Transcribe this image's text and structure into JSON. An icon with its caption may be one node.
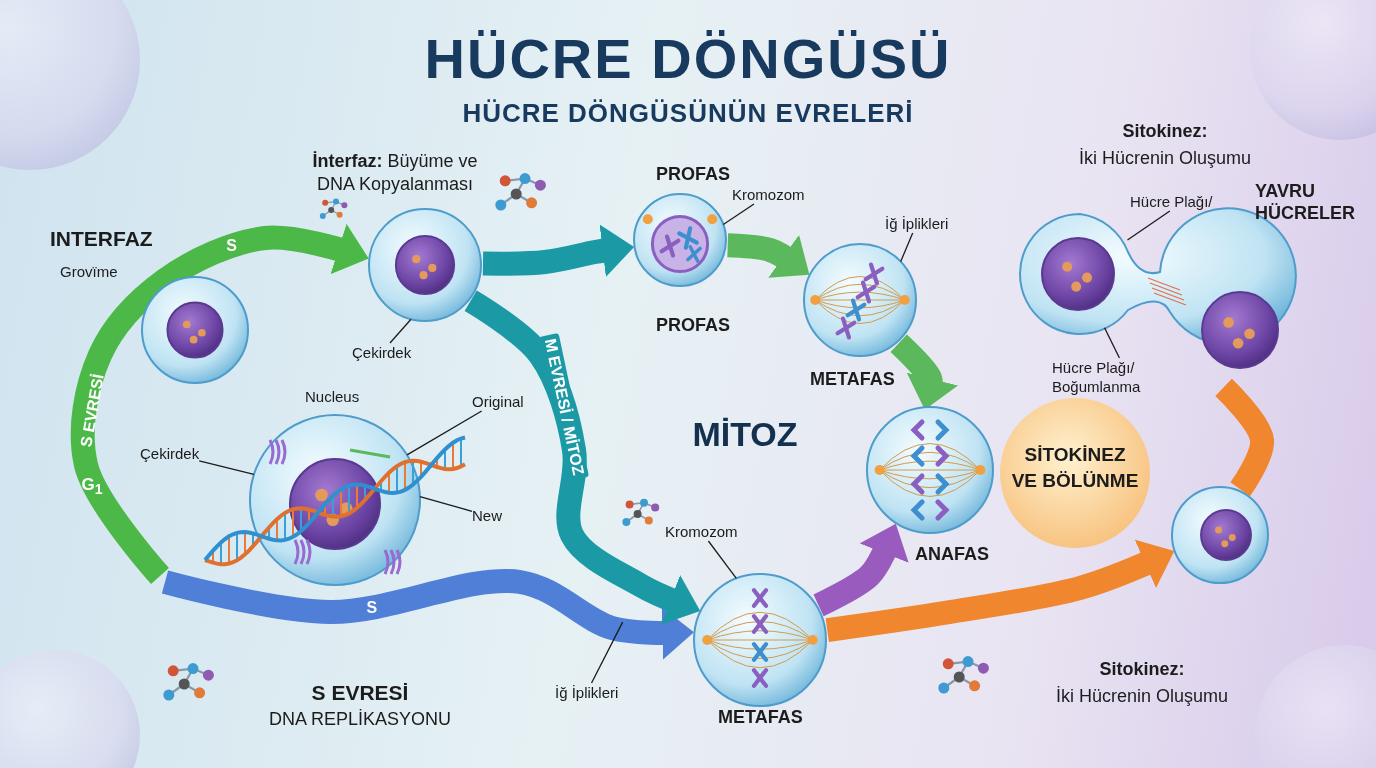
{
  "diagram": {
    "title": "HÜCRE DÖNGÜSÜ",
    "nodes": [
      {
        "text": [],
        "shape": "picture"
      },
      {
        "text": [],
        "shape": "picture"
      },
      {
        "text": [],
        "shape": "picture",
        "beside": [
          "Nucleus"
        ]
      },
      {
        "text": [],
        "shape": "picture",
        "beside": [
          "PROFAS",
          "PROFAS"
        ]
      },
      {
        "text": [],
        "shape": "picture",
        "beside": [
          "METAFAS"
        ]
      },
      {
        "text": [],
        "shape": "picture",
        "beside": [
          "ANAFAS"
        ]
      },
      {
        "text": [],
        "shape": "picture",
        "beside": [
          "METAFAS"
        ]
      },
      {
        "text": [],
        "shape": "picture",
        "beside": [
          "YAVRU HÜCRELER"
        ]
      },
      {
        "text": [],
        "shape": "picture"
      },
      {
        "text": [
          "Çekirdek"
        ]
      },
      {
        "text": [
          "Original"
        ]
      },
      {
        "text": [
          "Çekirdek"
        ]
      },
      {
        "text": [
          "New"
        ]
      },
      {
        "text": [
          "Kromozom"
        ]
      },
      {
        "text": [
          "İğ İplikleri"
        ]
      },
      {
        "text": [
          "Kromozom"
        ]
      },
      {
        "text": [
          "İğ İplikleri"
        ]
      },
      {
        "text": [
          "Hücre Plağı/"
        ]
      },
      {
        "text": [
          "Hücre Plağı/ Boğumlanma"
        ]
      },
      {
        "text": [
          "SİTOKİNEZ VE BÖLÜNME"
        ]
      }
    ],
    "edges": [
      {
        "from": null,
        "to": 1,
        "arrow": "to",
        "style": "thick",
        "color": "#4cb848",
        "label": "S"
      },
      {
        "from": 1,
        "to": 3,
        "arrow": "to",
        "style": "thick",
        "color": "#1b9aa6"
      },
      {
        "from": 3,
        "to": 4,
        "arrow": "to",
        "style": "thick",
        "color": "#5cb85c"
      },
      {
        "from": 4,
        "to": 5,
        "arrow": "to",
        "style": "thick",
        "color": "#5cb85c"
      },
      {
        "from": 6,
        "to": 5,
        "arrow": "to",
        "style": "thick",
        "color": "#9a5bbf"
      },
      {
        "from": 6,
        "to": 8,
        "arrow": "to",
        "style": "thick",
        "color": "#f0862e"
      },
      {
        "from": 8,
        "to": 7,
        "arrow": "none",
        "style": "thick",
        "color": "#f0862e"
      },
      {
        "from": null,
        "to": 6,
        "arrow": "to",
        "style": "thick",
        "color": "#4f7fd6",
        "label": "S"
      },
      {
        "from": 1,
        "to": 6,
        "arrow": "to",
        "style": "thick",
        "color": "#1b9aa6",
        "label": "M EVRESİ / MİTOZ"
      },
      {
        "from": 9,
        "to": 1,
        "arrow": "none"
      },
      {
        "from": 10,
        "to": 2,
        "arrow": "none"
      },
      {
        "from": 11,
        "to": 2,
        "arrow": "none"
      },
      {
        "from": 12,
        "to": 2,
        "arrow": "none"
      },
      {
        "from": 13,
        "to": 3,
        "arrow": "none"
      },
      {
        "from": 14,
        "to": 4,
        "arrow": "none"
      },
      {
        "from": 15,
        "to": 6,
        "arrow": "none"
      },
      {
        "from": 16,
        "to": null,
        "arrow": "none"
      },
      {
        "from": 17,
        "to": 7,
        "arrow": "none"
      },
      {
        "from": 18,
        "to": 7,
        "arrow": "none"
      }
    ],
    "labels": [
      "HÜCRE DÖNGÜSÜNÜN EVRELERİ",
      "**İnterfaz:** Büyüme ve DNA Kopyalanması",
      "INTERFAZ",
      "Grovïme",
      "S EVRESİ",
      "G$_{1}$",
      "MİTOZ",
      "S EVRESİ",
      "DNA REPLİKASYONU",
      "Sitokinez:",
      "İki Hücrenin Oluşumu",
      "Sitokinez:",
      "İki Hücrenin Oluşumu"
    ]
  }
}
